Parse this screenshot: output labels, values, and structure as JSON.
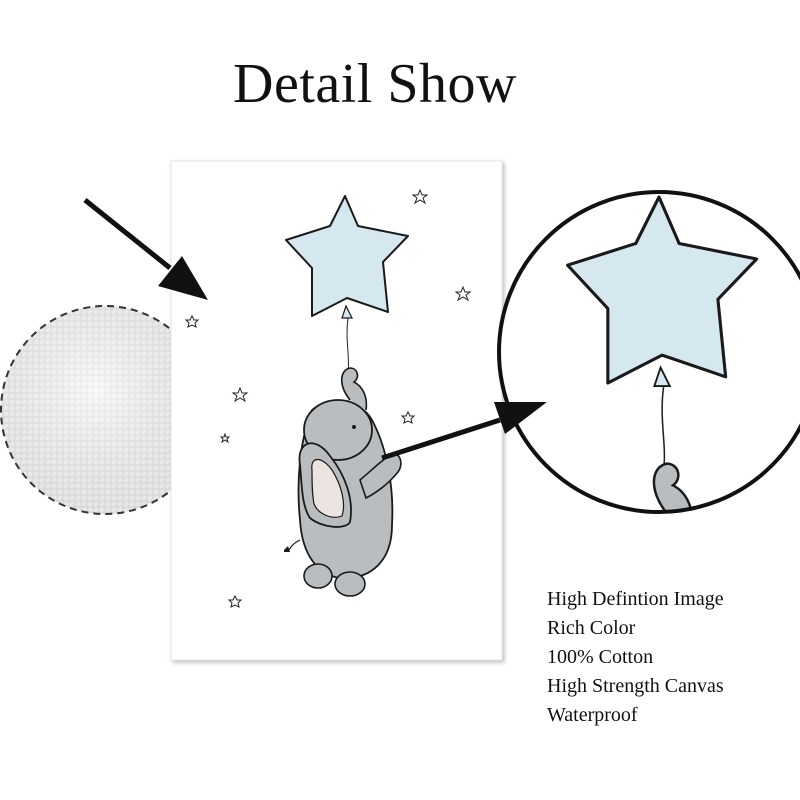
{
  "heading": "Detail Show",
  "features": [
    "High Defintion Image",
    "Rich Color",
    "100% Cotton",
    "High Strength Canvas",
    "Waterproof"
  ],
  "colors": {
    "balloon": "#d6e8ef",
    "elephant": "#b9bdc0",
    "ear_inner": "#ebe4e0",
    "outline": "#1a1a1a"
  }
}
